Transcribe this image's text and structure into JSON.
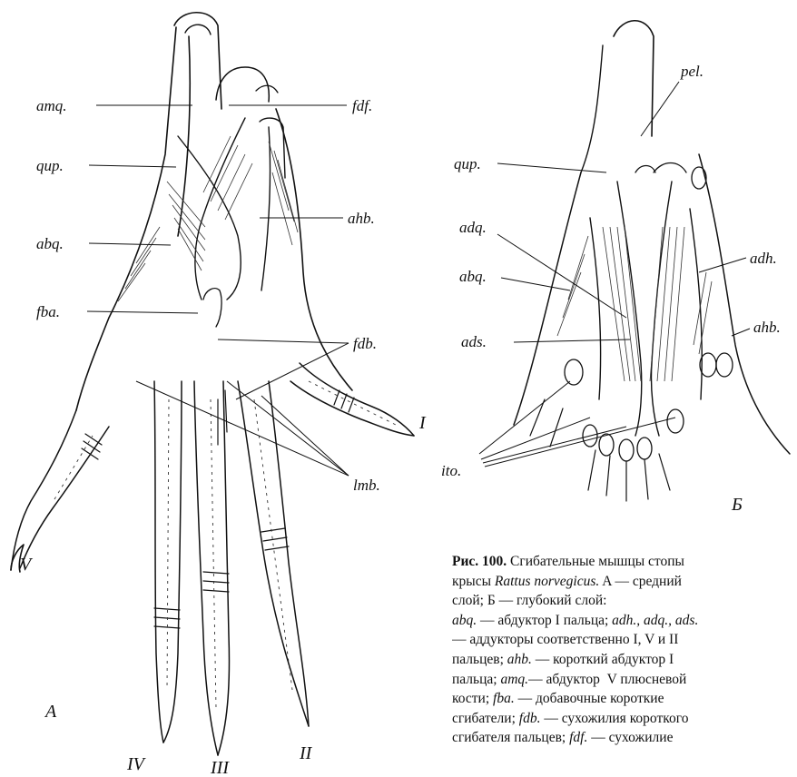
{
  "figure": {
    "panel_a_letter": "A",
    "panel_b_letter": "Б",
    "labels_a": {
      "amq": "amq.",
      "qup": "qup.",
      "abq": "abq.",
      "fba": "fba.",
      "fdf": "fdf.",
      "ahb": "ahb.",
      "fdb": "fdb.",
      "lmb": "lmb."
    },
    "digits_a": {
      "I": "I",
      "II": "II",
      "III": "III",
      "IV": "IV",
      "V": "V"
    },
    "labels_b": {
      "pel": "pel.",
      "qup": "qup.",
      "adq": "adq.",
      "abq": "abq.",
      "adh": "adh.",
      "ahb": "ahb.",
      "ads": "ads.",
      "ito": "ito."
    }
  },
  "caption": {
    "fig_number": "Рис. 100.",
    "line1_rest": " Сгибательные мышцы стопы",
    "line2_a": "крысы ",
    "line2_species": "Rattus norvegicus.",
    "line2_b": " A — средний",
    "line3": "слой; Б — глубокий слой:",
    "line4_abq": "abq.",
    "line4_b": " — абдуктор I пальца; ",
    "line4_adh": "adh., adq., ads.",
    "line5": "— аддукторы соответственно I, V и II",
    "line6_a": "пальцев; ",
    "line6_ahb": "ahb.",
    "line6_b": " — короткий абдуктор I",
    "line7_a": "пальца; ",
    "line7_amq": "amq.",
    "line7_b": "— абдуктор  V плюсневой",
    "line8_a": "кости; ",
    "line8_fba": "fba.",
    "line8_b": " — добавочные короткие",
    "line9_a": "сгибатели; ",
    "line9_fdb": "fdb.",
    "line9_b": " — сухожилия короткого",
    "line10_a": "сгибателя пальцев; ",
    "line10_fdf": "fdf.",
    "line10_b": " — сухожилие"
  }
}
